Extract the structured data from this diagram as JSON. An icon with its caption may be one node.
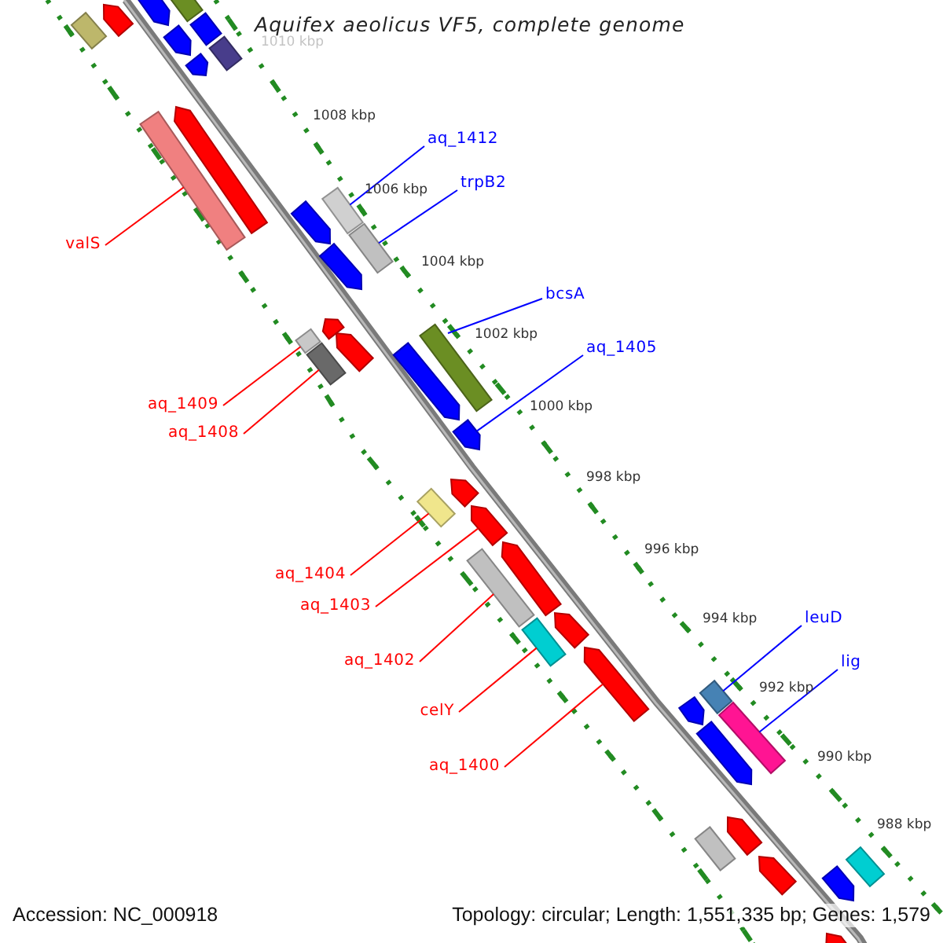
{
  "diagram": {
    "title": "Aquifex aeolicus VF5, complete genome",
    "nodes": [
      {
        "text": [
          "valS"
        ]
      },
      {
        "text": [],
        "shape": "bar"
      },
      {
        "text": [
          "aq_1412"
        ]
      },
      {
        "text": [],
        "shape": "bar"
      },
      {
        "text": [
          "trpB2"
        ]
      },
      {
        "text": [],
        "shape": "bar"
      },
      {
        "text": [
          "aq_1409"
        ]
      },
      {
        "text": [],
        "shape": "bar"
      },
      {
        "text": [
          "aq_1408"
        ]
      },
      {
        "text": [],
        "shape": "bar"
      },
      {
        "text": [
          "bcsA"
        ]
      },
      {
        "text": [],
        "shape": "bar"
      },
      {
        "text": [
          "aq_1405"
        ]
      },
      {
        "text": [],
        "shape": "arrow"
      },
      {
        "text": [
          "aq_1404"
        ]
      },
      {
        "text": [],
        "shape": "bar"
      },
      {
        "text": [
          "aq_1403"
        ]
      },
      {
        "text": [],
        "shape": "arrow"
      },
      {
        "text": [
          "aq_1402"
        ]
      },
      {
        "text": [],
        "shape": "bar"
      },
      {
        "text": [
          "celY"
        ]
      },
      {
        "text": [],
        "shape": "bar"
      },
      {
        "text": [
          "aq_1400"
        ]
      },
      {
        "text": [],
        "shape": "arrow"
      },
      {
        "text": [
          "leuD"
        ]
      },
      {
        "text": [],
        "shape": "bar"
      },
      {
        "text": [
          "lig"
        ]
      },
      {
        "text": [],
        "shape": "bar"
      },
      {
        "text": [],
        "shape": "arrow"
      },
      {
        "text": [],
        "shape": "arrow"
      },
      {
        "text": [],
        "shape": "arrow"
      },
      {
        "text": [],
        "shape": "bar"
      },
      {
        "text": [],
        "shape": "bar"
      },
      {
        "text": [],
        "shape": "bar"
      },
      {
        "text": [],
        "shape": "arrow"
      },
      {
        "text": [],
        "shape": "arrow"
      },
      {
        "text": [],
        "shape": "arrow"
      },
      {
        "text": [],
        "shape": "arrow"
      },
      {
        "text": [],
        "shape": "arrow"
      },
      {
        "text": [],
        "shape": "arrow"
      },
      {
        "text": [],
        "shape": "bar"
      },
      {
        "text": [],
        "shape": "bar"
      },
      {
        "text": [],
        "shape": "arrow"
      },
      {
        "text": [],
        "shape": "arrow"
      },
      {
        "text": [],
        "shape": "arrow"
      },
      {
        "text": [],
        "shape": "arrow"
      },
      {
        "text": [],
        "shape": "arrow"
      },
      {
        "text": [],
        "shape": "arrow"
      },
      {
        "text": [],
        "shape": "arrow"
      },
      {
        "text": [],
        "shape": "arrow"
      },
      {
        "text": [],
        "shape": "arrow"
      },
      {
        "text": [],
        "shape": "arrow"
      },
      {
        "text": [],
        "shape": "bar"
      }
    ],
    "edges": [
      {
        "from": 0,
        "to": 1,
        "arrow": "none"
      },
      {
        "from": 2,
        "to": 3,
        "arrow": "none",
        "color": "#0000ff"
      },
      {
        "from": 4,
        "to": 5,
        "arrow": "none",
        "color": "#0000ff"
      },
      {
        "from": 6,
        "to": 7,
        "arrow": "none"
      },
      {
        "from": 8,
        "to": 9,
        "arrow": "none"
      },
      {
        "from": 10,
        "to": 11,
        "arrow": "none",
        "color": "#0000ff"
      },
      {
        "from": 12,
        "to": 13,
        "arrow": "none",
        "color": "#0000ff"
      },
      {
        "from": 14,
        "to": 15,
        "arrow": "none"
      },
      {
        "from": 16,
        "to": 17,
        "arrow": "none"
      },
      {
        "from": 18,
        "to": 19,
        "arrow": "none"
      },
      {
        "from": 20,
        "to": 21,
        "arrow": "none"
      },
      {
        "from": 22,
        "to": 23,
        "arrow": "none"
      },
      {
        "from": 24,
        "to": 25,
        "arrow": "none",
        "color": "#0000ff"
      },
      {
        "from": 26,
        "to": 27,
        "arrow": "none",
        "color": "#0000ff"
      }
    ],
    "labels": [
      "1010 kbp",
      "1008 kbp",
      "1006 kbp",
      "1004 kbp",
      "1002 kbp",
      "1000 kbp",
      "998 kbp",
      "996 kbp",
      "994 kbp",
      "992 kbp",
      "990 kbp",
      "988 kbp",
      "Accession: NC_000918",
      "Topology: circular; Length: 1,551,335 bp; Genes: 1,579"
    ]
  }
}
